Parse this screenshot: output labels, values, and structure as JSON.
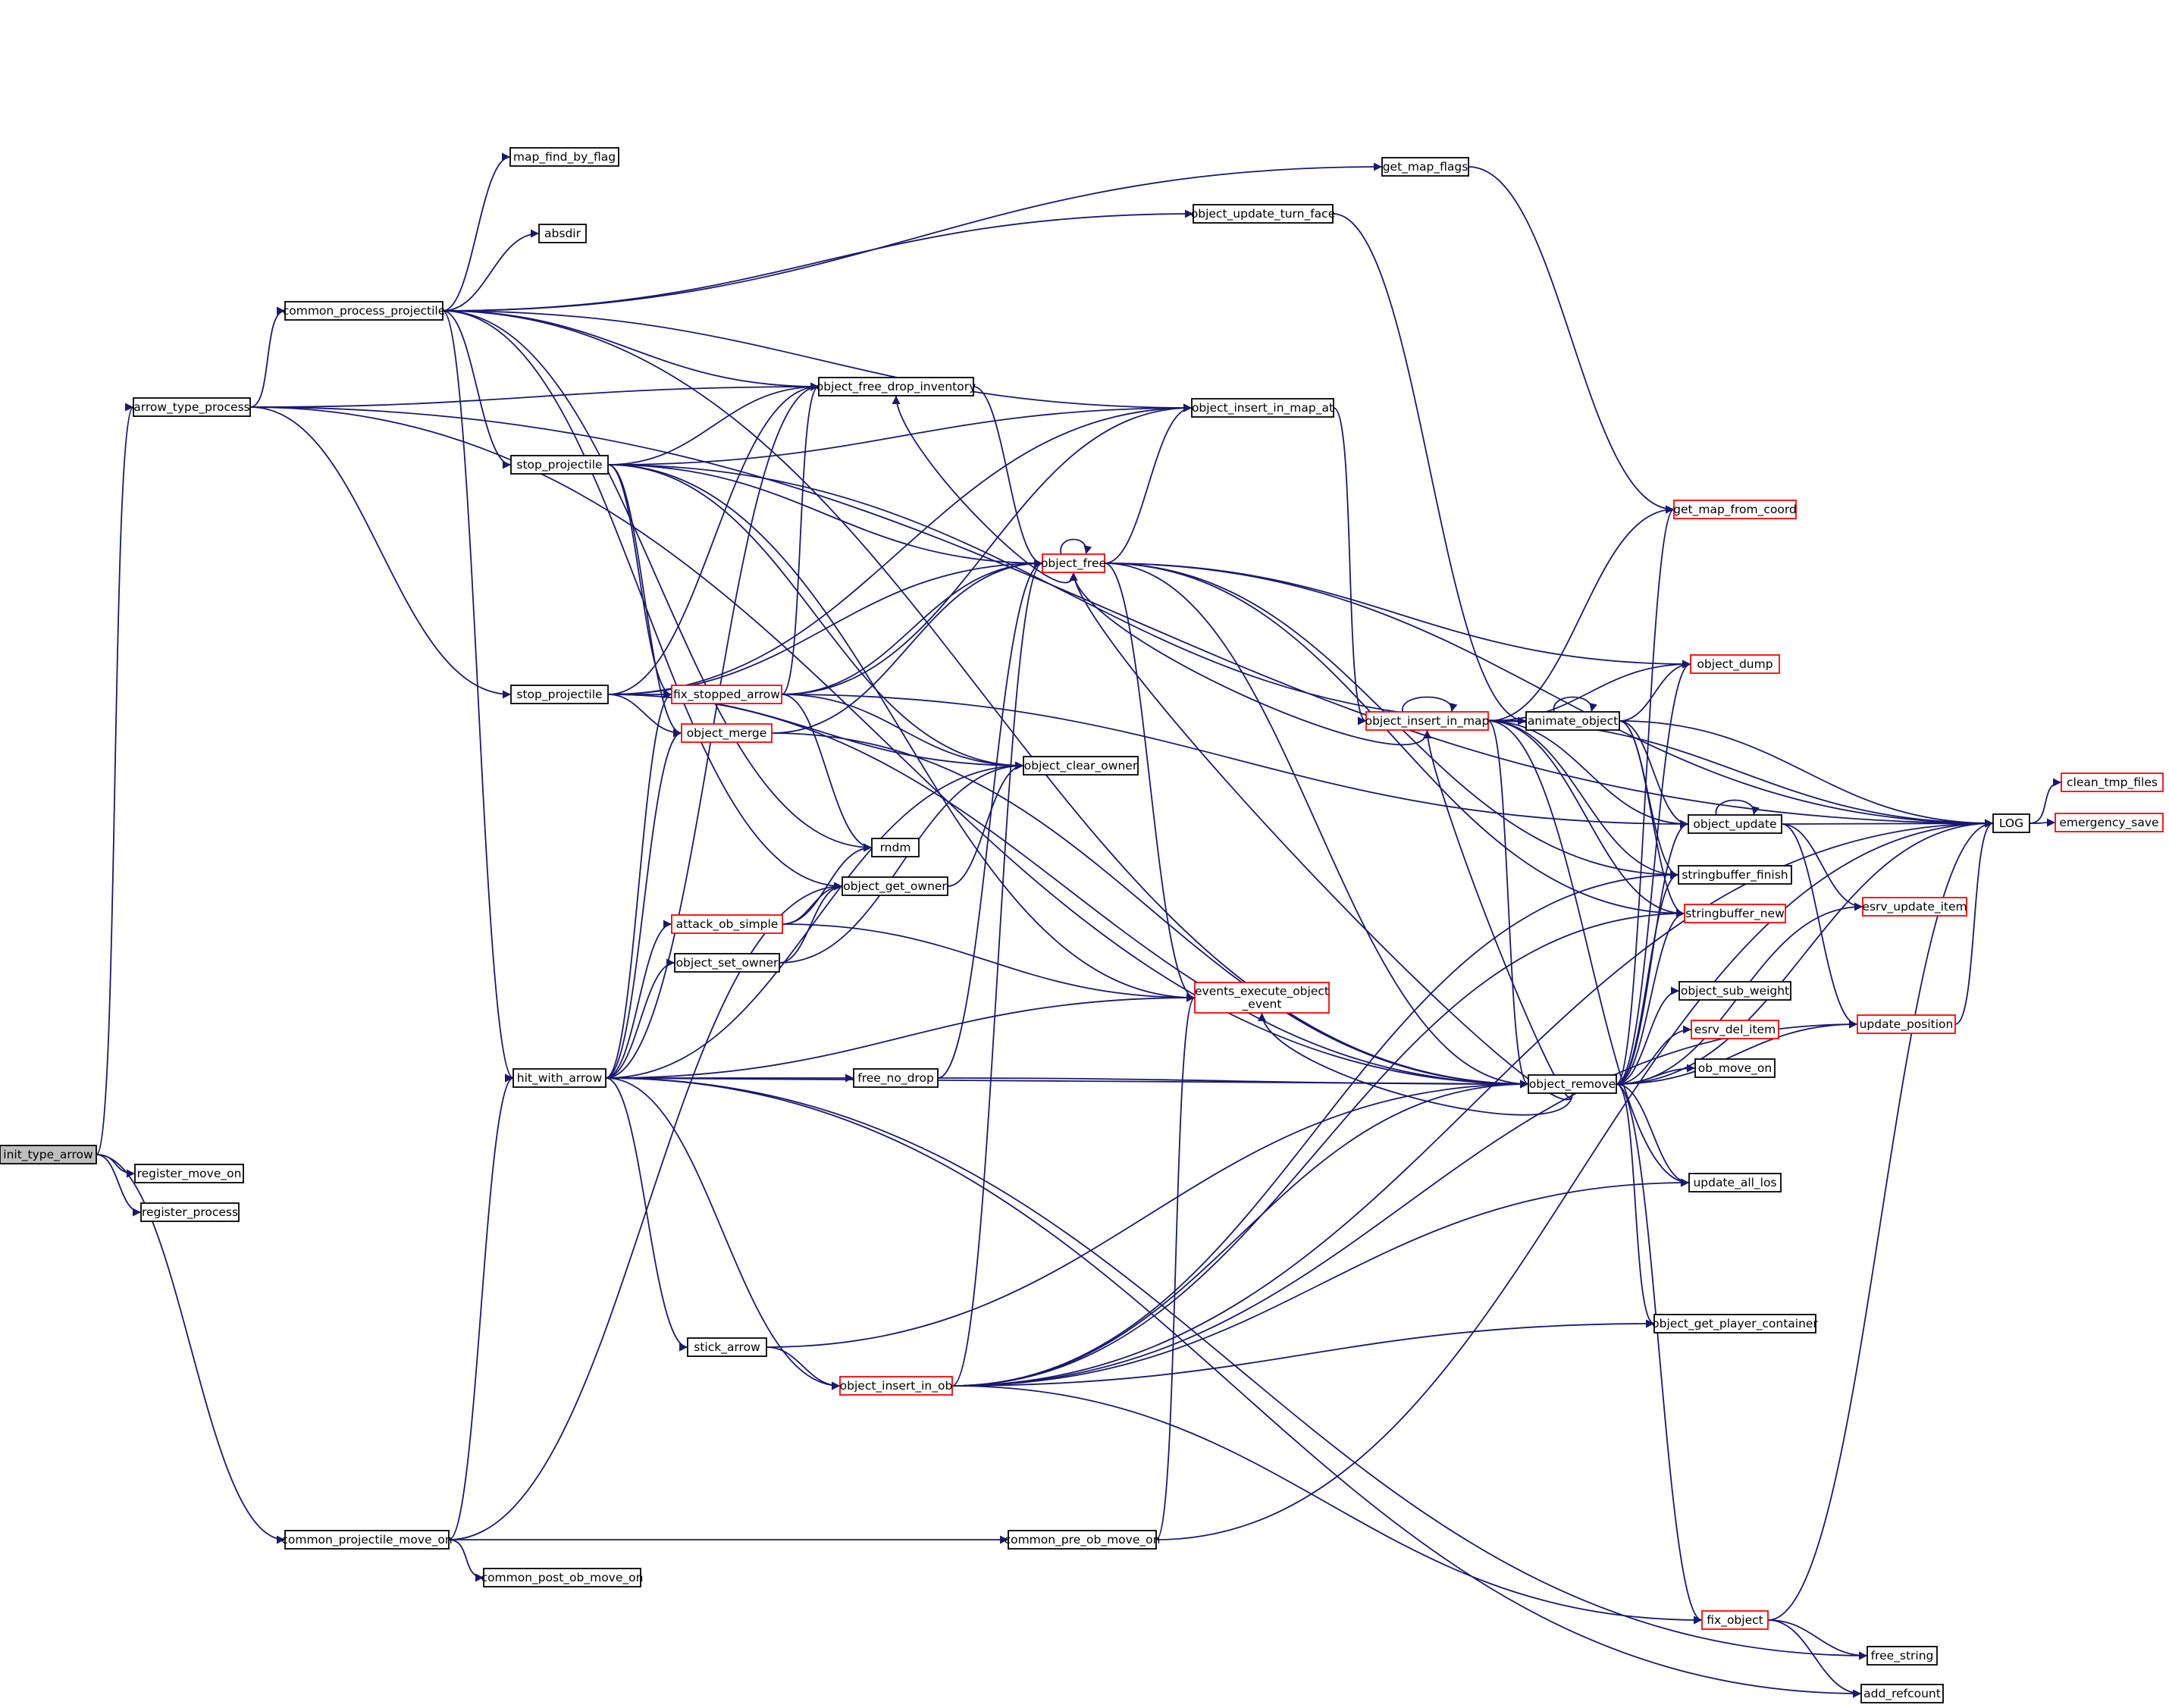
{
  "diagram": {
    "type": "call-graph",
    "colors": {
      "edge": "#191970",
      "node_border": "#000000",
      "truncated_border": "#ff0000",
      "root_fill": "#bfbfbf",
      "node_fill": "#ffffff"
    },
    "nodes": [
      {
        "id": "init_type_arrow",
        "label": "init_type_arrow",
        "style": "root"
      },
      {
        "id": "register_move_on",
        "label": "register_move_on",
        "style": "normal"
      },
      {
        "id": "register_process",
        "label": "register_process",
        "style": "normal"
      },
      {
        "id": "arrow_type_process",
        "label": "arrow_type_process",
        "style": "normal"
      },
      {
        "id": "common_process_projectile",
        "label": "common_process_projectile",
        "style": "normal"
      },
      {
        "id": "map_find_by_flag",
        "label": "map_find_by_flag",
        "style": "normal"
      },
      {
        "id": "absdir",
        "label": "absdir",
        "style": "normal"
      },
      {
        "id": "stop_projectile_a",
        "label": "stop_projectile",
        "style": "normal"
      },
      {
        "id": "stop_projectile_b",
        "label": "stop_projectile",
        "style": "normal"
      },
      {
        "id": "hit_with_arrow",
        "label": "hit_with_arrow",
        "style": "normal"
      },
      {
        "id": "common_projectile_move_on",
        "label": "common_projectile_move_on",
        "style": "normal"
      },
      {
        "id": "common_post_ob_move_on",
        "label": "common_post_ob_move_on",
        "style": "normal"
      },
      {
        "id": "fix_stopped_arrow",
        "label": "fix_stopped_arrow",
        "style": "truncated"
      },
      {
        "id": "object_merge",
        "label": "object_merge",
        "style": "truncated"
      },
      {
        "id": "attack_ob_simple",
        "label": "attack_ob_simple",
        "style": "truncated"
      },
      {
        "id": "object_set_owner",
        "label": "object_set_owner",
        "style": "normal"
      },
      {
        "id": "stick_arrow",
        "label": "stick_arrow",
        "style": "normal"
      },
      {
        "id": "object_insert_in_ob",
        "label": "object_insert_in_ob",
        "style": "truncated"
      },
      {
        "id": "free_no_drop",
        "label": "free_no_drop",
        "style": "normal"
      },
      {
        "id": "common_pre_ob_move_on",
        "label": "common_pre_ob_move_on",
        "style": "normal"
      },
      {
        "id": "object_free_drop_inventory",
        "label": "object_free_drop_inventory",
        "style": "normal"
      },
      {
        "id": "rndm",
        "label": "rndm",
        "style": "normal"
      },
      {
        "id": "object_get_owner",
        "label": "object_get_owner",
        "style": "normal"
      },
      {
        "id": "object_free",
        "label": "object_free",
        "style": "truncated"
      },
      {
        "id": "object_clear_owner",
        "label": "object_clear_owner",
        "style": "normal"
      },
      {
        "id": "object_insert_in_map_at",
        "label": "object_insert_in_map_at",
        "style": "normal"
      },
      {
        "id": "events_execute_object_event",
        "label": "events_execute_object\n_event",
        "style": "truncated"
      },
      {
        "id": "get_map_flags",
        "label": "get_map_flags",
        "style": "normal"
      },
      {
        "id": "object_update_turn_face",
        "label": "object_update_turn_face",
        "style": "normal"
      },
      {
        "id": "object_insert_in_map",
        "label": "object_insert_in_map",
        "style": "truncated"
      },
      {
        "id": "animate_object",
        "label": "animate_object",
        "style": "normal"
      },
      {
        "id": "object_remove",
        "label": "object_remove",
        "style": "normal"
      },
      {
        "id": "get_map_from_coord",
        "label": "get_map_from_coord",
        "style": "truncated"
      },
      {
        "id": "object_dump",
        "label": "object_dump",
        "style": "truncated"
      },
      {
        "id": "object_update",
        "label": "object_update",
        "style": "normal"
      },
      {
        "id": "stringbuffer_finish",
        "label": "stringbuffer_finish",
        "style": "normal"
      },
      {
        "id": "stringbuffer_new",
        "label": "stringbuffer_new",
        "style": "truncated"
      },
      {
        "id": "esrv_update_item",
        "label": "esrv_update_item",
        "style": "truncated"
      },
      {
        "id": "object_sub_weight",
        "label": "object_sub_weight",
        "style": "normal"
      },
      {
        "id": "esrv_del_item",
        "label": "esrv_del_item",
        "style": "truncated"
      },
      {
        "id": "update_position",
        "label": "update_position",
        "style": "truncated"
      },
      {
        "id": "ob_move_on",
        "label": "ob_move_on",
        "style": "normal"
      },
      {
        "id": "update_all_los",
        "label": "update_all_los",
        "style": "normal"
      },
      {
        "id": "object_get_player_container",
        "label": "object_get_player_container",
        "style": "normal"
      },
      {
        "id": "fix_object",
        "label": "fix_object",
        "style": "truncated"
      },
      {
        "id": "free_string",
        "label": "free_string",
        "style": "normal"
      },
      {
        "id": "add_refcount",
        "label": "add_refcount",
        "style": "normal"
      },
      {
        "id": "LOG",
        "label": "LOG",
        "style": "normal"
      },
      {
        "id": "clean_tmp_files",
        "label": "clean_tmp_files",
        "style": "truncated"
      },
      {
        "id": "emergency_save",
        "label": "emergency_save",
        "style": "truncated"
      }
    ],
    "edges": [
      [
        "init_type_arrow",
        "register_move_on"
      ],
      [
        "init_type_arrow",
        "register_process"
      ],
      [
        "init_type_arrow",
        "arrow_type_process"
      ],
      [
        "init_type_arrow",
        "common_projectile_move_on"
      ],
      [
        "arrow_type_process",
        "common_process_projectile"
      ],
      [
        "arrow_type_process",
        "stop_projectile_b"
      ],
      [
        "arrow_type_process",
        "object_free_drop_inventory"
      ],
      [
        "arrow_type_process",
        "LOG"
      ],
      [
        "arrow_type_process",
        "object_remove"
      ],
      [
        "common_process_projectile",
        "map_find_by_flag"
      ],
      [
        "common_process_projectile",
        "absdir"
      ],
      [
        "common_process_projectile",
        "get_map_flags"
      ],
      [
        "common_process_projectile",
        "object_update_turn_face"
      ],
      [
        "common_process_projectile",
        "object_insert_in_map_at"
      ],
      [
        "common_process_projectile",
        "object_free_drop_inventory"
      ],
      [
        "common_process_projectile",
        "stop_projectile_a"
      ],
      [
        "common_process_projectile",
        "hit_with_arrow"
      ],
      [
        "common_process_projectile",
        "rndm"
      ],
      [
        "common_process_projectile",
        "object_get_owner"
      ],
      [
        "common_process_projectile",
        "object_remove"
      ],
      [
        "stop_projectile_a",
        "object_free"
      ],
      [
        "stop_projectile_a",
        "object_insert_in_map_at"
      ],
      [
        "stop_projectile_a",
        "object_free_drop_inventory"
      ],
      [
        "stop_projectile_a",
        "object_clear_owner"
      ],
      [
        "stop_projectile_a",
        "fix_stopped_arrow"
      ],
      [
        "stop_projectile_a",
        "object_merge"
      ],
      [
        "stop_projectile_a",
        "events_execute_object_event"
      ],
      [
        "stop_projectile_a",
        "animate_object"
      ],
      [
        "stop_projectile_b",
        "object_free"
      ],
      [
        "stop_projectile_b",
        "object_insert_in_map_at"
      ],
      [
        "stop_projectile_b",
        "object_free_drop_inventory"
      ],
      [
        "stop_projectile_b",
        "object_clear_owner"
      ],
      [
        "stop_projectile_b",
        "fix_stopped_arrow"
      ],
      [
        "stop_projectile_b",
        "object_merge"
      ],
      [
        "stop_projectile_b",
        "object_remove"
      ],
      [
        "fix_stopped_arrow",
        "object_free"
      ],
      [
        "fix_stopped_arrow",
        "object_clear_owner"
      ],
      [
        "fix_stopped_arrow",
        "rndm"
      ],
      [
        "fix_stopped_arrow",
        "object_update"
      ],
      [
        "fix_stopped_arrow",
        "object_insert_in_map_at"
      ],
      [
        "fix_stopped_arrow",
        "object_free_drop_inventory"
      ],
      [
        "object_merge",
        "object_free"
      ],
      [
        "object_merge",
        "object_remove"
      ],
      [
        "hit_with_arrow",
        "fix_stopped_arrow"
      ],
      [
        "hit_with_arrow",
        "object_merge"
      ],
      [
        "hit_with_arrow",
        "attack_ob_simple"
      ],
      [
        "hit_with_arrow",
        "object_set_owner"
      ],
      [
        "hit_with_arrow",
        "free_no_drop"
      ],
      [
        "hit_with_arrow",
        "stick_arrow"
      ],
      [
        "hit_with_arrow",
        "object_insert_in_ob"
      ],
      [
        "hit_with_arrow",
        "object_remove"
      ],
      [
        "hit_with_arrow",
        "events_execute_object_event"
      ],
      [
        "hit_with_arrow",
        "object_free_drop_inventory"
      ],
      [
        "hit_with_arrow",
        "free_string"
      ],
      [
        "hit_with_arrow",
        "add_refcount"
      ],
      [
        "hit_with_arrow",
        "object_clear_owner"
      ],
      [
        "attack_ob_simple",
        "rndm"
      ],
      [
        "attack_ob_simple",
        "object_get_owner"
      ],
      [
        "attack_ob_simple",
        "events_execute_object_event"
      ],
      [
        "object_set_owner",
        "object_get_owner"
      ],
      [
        "object_set_owner",
        "object_clear_owner"
      ],
      [
        "object_get_owner",
        "object_clear_owner"
      ],
      [
        "free_no_drop",
        "object_free"
      ],
      [
        "free_no_drop",
        "object_remove"
      ],
      [
        "stick_arrow",
        "object_insert_in_ob"
      ],
      [
        "stick_arrow",
        "object_remove"
      ],
      [
        "object_insert_in_ob",
        "object_free"
      ],
      [
        "object_insert_in_ob",
        "object_remove"
      ],
      [
        "object_insert_in_ob",
        "stringbuffer_finish"
      ],
      [
        "object_insert_in_ob",
        "stringbuffer_new"
      ],
      [
        "object_insert_in_ob",
        "update_all_los"
      ],
      [
        "object_insert_in_ob",
        "object_get_player_container"
      ],
      [
        "object_insert_in_ob",
        "fix_object"
      ],
      [
        "object_insert_in_ob",
        "LOG"
      ],
      [
        "object_insert_in_ob",
        "update_position"
      ],
      [
        "common_projectile_move_on",
        "hit_with_arrow"
      ],
      [
        "common_projectile_move_on",
        "common_post_ob_move_on"
      ],
      [
        "common_projectile_move_on",
        "common_pre_ob_move_on"
      ],
      [
        "common_projectile_move_on",
        "object_get_owner"
      ],
      [
        "common_pre_ob_move_on",
        "events_execute_object_event"
      ],
      [
        "common_pre_ob_move_on",
        "LOG"
      ],
      [
        "object_free_drop_inventory",
        "object_free"
      ],
      [
        "object_free",
        "object_free"
      ],
      [
        "object_free",
        "object_free_drop_inventory"
      ],
      [
        "object_free",
        "object_insert_in_map_at"
      ],
      [
        "object_free",
        "events_execute_object_event"
      ],
      [
        "object_free",
        "object_dump"
      ],
      [
        "object_free",
        "LOG"
      ],
      [
        "object_free",
        "stringbuffer_finish"
      ],
      [
        "object_free",
        "stringbuffer_new"
      ],
      [
        "object_free",
        "object_remove"
      ],
      [
        "object_insert_in_map_at",
        "object_insert_in_map"
      ],
      [
        "object_update_turn_face",
        "animate_object"
      ],
      [
        "get_map_flags",
        "get_map_from_coord"
      ],
      [
        "object_insert_in_map",
        "object_insert_in_map"
      ],
      [
        "object_insert_in_map",
        "object_free"
      ],
      [
        "object_insert_in_map",
        "get_map_from_coord"
      ],
      [
        "object_insert_in_map",
        "object_dump"
      ],
      [
        "object_insert_in_map",
        "object_update"
      ],
      [
        "object_insert_in_map",
        "stringbuffer_finish"
      ],
      [
        "object_insert_in_map",
        "stringbuffer_new"
      ],
      [
        "object_insert_in_map",
        "update_all_los"
      ],
      [
        "object_insert_in_map",
        "object_remove"
      ],
      [
        "object_insert_in_map",
        "LOG"
      ],
      [
        "animate_object",
        "animate_object"
      ],
      [
        "animate_object",
        "object_dump"
      ],
      [
        "animate_object",
        "object_update"
      ],
      [
        "animate_object",
        "stringbuffer_finish"
      ],
      [
        "animate_object",
        "stringbuffer_new"
      ],
      [
        "animate_object",
        "LOG"
      ],
      [
        "object_remove",
        "object_free"
      ],
      [
        "object_remove",
        "events_execute_object_event"
      ],
      [
        "object_remove",
        "object_insert_in_map"
      ],
      [
        "object_remove",
        "get_map_from_coord"
      ],
      [
        "object_remove",
        "object_dump"
      ],
      [
        "object_remove",
        "object_update"
      ],
      [
        "object_remove",
        "stringbuffer_finish"
      ],
      [
        "object_remove",
        "stringbuffer_new"
      ],
      [
        "object_remove",
        "esrv_update_item"
      ],
      [
        "object_remove",
        "object_sub_weight"
      ],
      [
        "object_remove",
        "esrv_del_item"
      ],
      [
        "object_remove",
        "ob_move_on"
      ],
      [
        "object_remove",
        "update_position"
      ],
      [
        "object_remove",
        "update_all_los"
      ],
      [
        "object_remove",
        "object_get_player_container"
      ],
      [
        "object_remove",
        "fix_object"
      ],
      [
        "object_remove",
        "LOG"
      ],
      [
        "object_update",
        "object_update"
      ],
      [
        "object_update",
        "esrv_update_item"
      ],
      [
        "object_update",
        "update_position"
      ],
      [
        "object_update",
        "LOG"
      ],
      [
        "update_position",
        "LOG"
      ],
      [
        "fix_object",
        "free_string"
      ],
      [
        "fix_object",
        "add_refcount"
      ],
      [
        "fix_object",
        "LOG"
      ],
      [
        "LOG",
        "clean_tmp_files"
      ],
      [
        "LOG",
        "emergency_save"
      ]
    ]
  }
}
